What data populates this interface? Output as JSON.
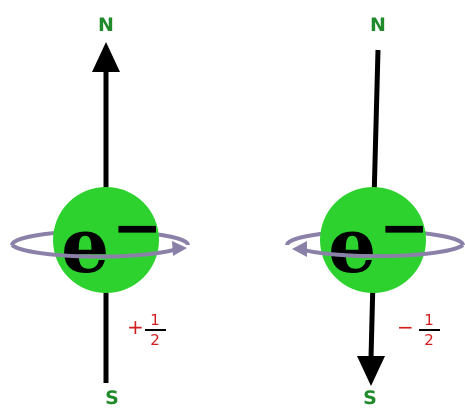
{
  "colors": {
    "sphere": "#2ed22e",
    "pole_label": "#1f8a2a",
    "spin_label": "#d11f1f",
    "orbit": "#8a80a8",
    "axis": "#000000"
  },
  "left_electron": {
    "north_label": "N",
    "south_label": "S",
    "symbol": "e",
    "charge": "−",
    "spin_sign": "+",
    "spin_numerator": "1",
    "spin_denominator": "2",
    "arrow_direction": "up"
  },
  "right_electron": {
    "north_label": "N",
    "south_label": "S",
    "symbol": "e",
    "charge": "−",
    "spin_sign": "−",
    "spin_numerator": "1",
    "spin_denominator": "2",
    "arrow_direction": "down"
  }
}
